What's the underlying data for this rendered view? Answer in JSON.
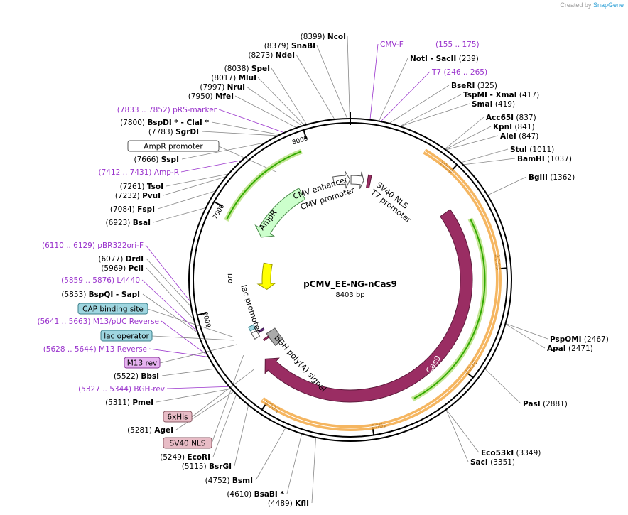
{
  "credit": {
    "prefix": "Created by",
    "brand": "SnapGene"
  },
  "plasmid": {
    "name": "pCMV_EE-NG-nCas9",
    "size_label": "8403 bp",
    "length": 8403
  },
  "colors": {
    "primer": "#9932cc",
    "enzyme": "#000000",
    "backbone": "#000000",
    "cas9": "#9a2d63",
    "ori": "#ffff00",
    "ampr": "#ccffcc",
    "orf": "#f3a43a",
    "orf_inner": "#33aa00",
    "misc": "#444444",
    "gray": "#999999",
    "gray_feature": "#aaaaaa"
  },
  "ticks": [
    {
      "pos": 1000,
      "label": "1000"
    },
    {
      "pos": 2000,
      "label": "2000"
    },
    {
      "pos": 3000,
      "label": "3000"
    },
    {
      "pos": 4000,
      "label": "4000"
    },
    {
      "pos": 5000,
      "label": "5000"
    },
    {
      "pos": 6000,
      "label": "6000"
    },
    {
      "pos": 7000,
      "label": "7000"
    },
    {
      "pos": 8000,
      "label": "8000"
    }
  ],
  "features": [
    {
      "name": "Cas9",
      "start": 1380,
      "end": 5130,
      "color": "#9a2d63",
      "label": "Cas9"
    },
    {
      "name": "ori",
      "start": 6150,
      "end": 6740,
      "color": "#ffff00",
      "label": "ori"
    },
    {
      "name": "AmpR",
      "start": 6910,
      "end": 7770,
      "color": "#ccffcc",
      "label": "AmpR"
    },
    {
      "name": "CMV enhancer",
      "start": 8200,
      "end": 8400,
      "color": "#ffffff",
      "label": "CMV enhancer"
    },
    {
      "name": "CMV promoter",
      "start": 30,
      "end": 200,
      "color": "#ffffff",
      "label": "CMV promoter"
    },
    {
      "name": "SV40 NLS",
      "start": 250,
      "end": 280,
      "color": "#9a2d63",
      "label": "SV40 NLS"
    },
    {
      "name": "T7 promoter",
      "start": 240,
      "end": 265,
      "color": "#ffffff",
      "label": "T7 promoter"
    },
    {
      "name": "bGH poly(A) signal",
      "start": 5300,
      "end": 5520,
      "color": "#aaaaaa",
      "label": "bGH poly(A) signal"
    },
    {
      "name": "lac promoter",
      "start": 5560,
      "end": 5640,
      "color": "#ffffff",
      "label": "lac promoter"
    }
  ],
  "enzymes_right": [
    {
      "name": "NotI",
      "extra": " - SacII",
      "pos": "(239)"
    },
    {
      "name": "BseRI",
      "extra": "",
      "pos": "(325)"
    },
    {
      "name": "TspMI",
      "extra": " - XmaI",
      "pos": "(417)"
    },
    {
      "name": "SmaI",
      "extra": "",
      "pos": "(419)"
    },
    {
      "name": "Acc65I",
      "extra": "",
      "pos": "(837)"
    },
    {
      "name": "KpnI",
      "extra": "",
      "pos": "(841)"
    },
    {
      "name": "AleI",
      "extra": "",
      "pos": "(847)"
    },
    {
      "name": "StuI",
      "extra": "",
      "pos": "(1011)"
    },
    {
      "name": "BamHI",
      "extra": "",
      "pos": "(1037)"
    },
    {
      "name": "BglII",
      "extra": "",
      "pos": "(1362)"
    },
    {
      "name": "PspOMI",
      "extra": "",
      "pos": "(2467)"
    },
    {
      "name": "ApaI",
      "extra": "",
      "pos": "(2471)"
    },
    {
      "name": "PasI",
      "extra": "",
      "pos": "(2881)"
    },
    {
      "name": "Eco53kI",
      "extra": "",
      "pos": "(3349)"
    },
    {
      "name": "SacI",
      "extra": "",
      "pos": "(3351)"
    }
  ],
  "enzymes_top": [
    {
      "pos": "(8399)",
      "name": "NcoI"
    },
    {
      "pos": "(8379)",
      "name": "SnaBI"
    },
    {
      "pos": "(8273)",
      "name": "NdeI"
    },
    {
      "pos": "(8038)",
      "name": "SpeI"
    },
    {
      "pos": "(8017)",
      "name": "MluI"
    },
    {
      "pos": "(7997)",
      "name": "NruI"
    },
    {
      "pos": "(7950)",
      "name": "MfeI"
    }
  ],
  "enzymes_left": [
    {
      "pos": "(7800)",
      "name": "BspDI *",
      "extra": " - ClaI *"
    },
    {
      "pos": "(7783)",
      "name": "SgrDI",
      "extra": ""
    },
    {
      "pos": "(7666)",
      "name": "SspI",
      "extra": ""
    },
    {
      "pos": "(7261)",
      "name": "TsoI",
      "extra": ""
    },
    {
      "pos": "(7232)",
      "name": "PvuI",
      "extra": ""
    },
    {
      "pos": "(7084)",
      "name": "FspI",
      "extra": ""
    },
    {
      "pos": "(6923)",
      "name": "BsaI",
      "extra": ""
    },
    {
      "pos": "(6077)",
      "name": "DrdI",
      "extra": ""
    },
    {
      "pos": "(5969)",
      "name": "PciI",
      "extra": ""
    },
    {
      "pos": "(5853)",
      "name": "BspQI",
      "extra": " - SapI"
    },
    {
      "pos": "(5522)",
      "name": "BbsI",
      "extra": ""
    },
    {
      "pos": "(5311)",
      "name": "PmeI",
      "extra": ""
    },
    {
      "pos": "(5281)",
      "name": "AgeI",
      "extra": ""
    },
    {
      "pos": "(5249)",
      "name": "EcoRI",
      "extra": ""
    },
    {
      "pos": "(5115)",
      "name": "BsrGI",
      "extra": ""
    },
    {
      "pos": "(4752)",
      "name": "BsmI",
      "extra": ""
    },
    {
      "pos": "(4610)",
      "name": "BsaBI *",
      "extra": ""
    },
    {
      "pos": "(4489)",
      "name": "KflI",
      "extra": ""
    }
  ],
  "primers": [
    {
      "label": "CMV-F",
      "range": ""
    },
    {
      "label": "T7",
      "range": "(246 .. 265)"
    },
    {
      "label": "pRS-marker",
      "range": "(7833 .. 7852)"
    },
    {
      "label": "Amp-R",
      "range": "(7412 .. 7431)"
    },
    {
      "label": "pBR322ori-F",
      "range": "(6110 .. 6129)"
    },
    {
      "label": "L4440",
      "range": "(5859 .. 5876)"
    },
    {
      "label": "M13/pUC Reverse",
      "range": "(5641 .. 5663)"
    },
    {
      "label": "M13 Reverse",
      "range": "(5628 .. 5644)"
    },
    {
      "label": "BGH-rev",
      "range": "(5327 .. 5344)"
    }
  ],
  "cmvf_range": "(155 .. 175)",
  "boxes": [
    {
      "label": "AmpR promoter",
      "fill": "#ffffff",
      "stroke": "#555555"
    },
    {
      "label": "CAP binding site",
      "fill": "#9fd6e0",
      "stroke": "#3a7f8a"
    },
    {
      "label": "lac operator",
      "fill": "#9fd6e0",
      "stroke": "#3a7f8a"
    },
    {
      "label": "M13 rev",
      "fill": "#e6b3f0",
      "stroke": "#8a3a9a"
    },
    {
      "label": "6xHis",
      "fill": "#e8bcc6",
      "stroke": "#8a5a64"
    },
    {
      "label": "SV40 NLS",
      "fill": "#e8bcc6",
      "stroke": "#8a5a64"
    }
  ]
}
